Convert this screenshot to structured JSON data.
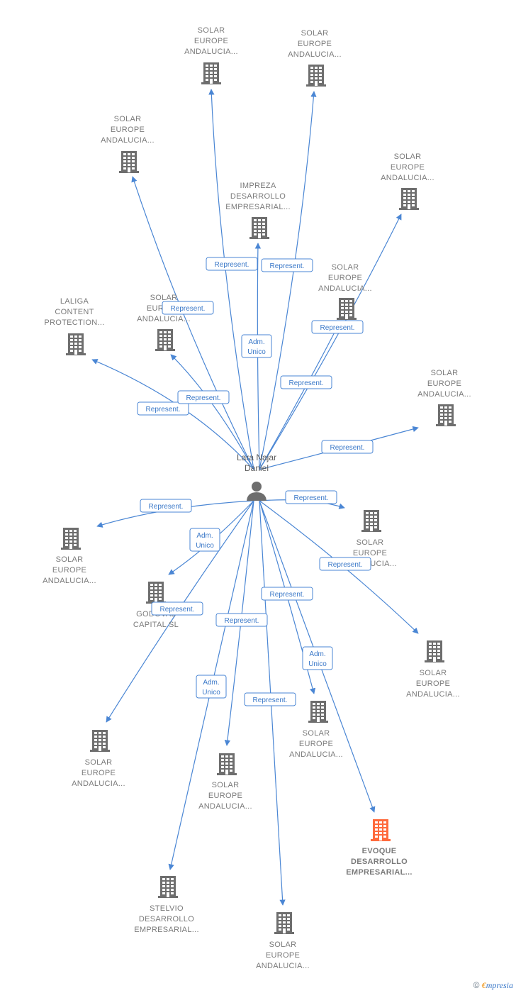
{
  "center": {
    "label_lines": [
      "Lara Najar",
      "Daniel"
    ]
  },
  "colors": {
    "edge": "#4a86d4",
    "building": "#6e6e6e",
    "highlight": "#ff6a3c"
  },
  "nodes": [
    {
      "id": "n1",
      "lines": [
        "SOLAR",
        "EUROPE",
        "ANDALUCIA..."
      ],
      "icon": "building-icon"
    },
    {
      "id": "n2",
      "lines": [
        "SOLAR",
        "EUROPE",
        "ANDALUCIA..."
      ],
      "icon": "building-icon"
    },
    {
      "id": "n3",
      "lines": [
        "SOLAR",
        "EUROPE",
        "ANDALUCIA..."
      ],
      "icon": "building-icon"
    },
    {
      "id": "n4",
      "lines": [
        "SOLAR",
        "EUROPE",
        "ANDALUCIA..."
      ],
      "icon": "building-icon"
    },
    {
      "id": "n5",
      "lines": [
        "IMPREZA",
        "DESARROLLO",
        "EMPRESARIAL..."
      ],
      "icon": "building-icon"
    },
    {
      "id": "n6",
      "lines": [
        "SOLAR",
        "EUROPE",
        "ANDALUCIA..."
      ],
      "icon": "building-icon"
    },
    {
      "id": "n7",
      "lines": [
        "LALIGA",
        "CONTENT",
        "PROTECTION..."
      ],
      "icon": "building-icon"
    },
    {
      "id": "n8",
      "lines": [
        "SOLAR",
        "EUROPE",
        "ANDALUCIA..."
      ],
      "icon": "building-icon"
    },
    {
      "id": "n9",
      "lines": [
        "SOLAR",
        "EUROPE",
        "ANDALUCIA..."
      ],
      "icon": "building-icon"
    },
    {
      "id": "n10",
      "lines": [
        "SOLAR",
        "EUROPE",
        "ANDALUCIA..."
      ],
      "icon": "building-icon"
    },
    {
      "id": "n11",
      "lines": [
        "SOLAR",
        "EUROPE",
        "ANDALUCIA..."
      ],
      "icon": "building-icon"
    },
    {
      "id": "n12",
      "lines": [
        "GODOVAL",
        "CAPITAL  SL"
      ],
      "icon": "building-icon"
    },
    {
      "id": "n13",
      "lines": [
        "SOLAR",
        "EUROPE",
        "ANDALUCIA..."
      ],
      "icon": "building-icon"
    },
    {
      "id": "n14",
      "lines": [
        "SOLAR",
        "EUROPE",
        "ANDALUCIA..."
      ],
      "icon": "building-icon"
    },
    {
      "id": "n15",
      "lines": [
        "SOLAR",
        "EUROPE",
        "ANDALUCIA..."
      ],
      "icon": "building-icon"
    },
    {
      "id": "n16",
      "lines": [
        "SOLAR",
        "EUROPE",
        "ANDALUCIA..."
      ],
      "icon": "building-icon"
    },
    {
      "id": "n17",
      "lines": [
        "EVOQUE",
        "DESARROLLO",
        "EMPRESARIAL..."
      ],
      "icon": "building-icon",
      "highlight": true
    },
    {
      "id": "n18",
      "lines": [
        "STELVIO",
        "DESARROLLO",
        "EMPRESARIAL..."
      ],
      "icon": "building-icon"
    },
    {
      "id": "n19",
      "lines": [
        "SOLAR",
        "EUROPE",
        "ANDALUCIA..."
      ],
      "icon": "building-icon"
    }
  ],
  "edges": [
    {
      "to": "n1",
      "lines": [
        "Represent."
      ]
    },
    {
      "to": "n2",
      "lines": [
        "Represent."
      ]
    },
    {
      "to": "n3",
      "lines": [
        "Represent."
      ]
    },
    {
      "to": "n4",
      "lines": [
        "Represent."
      ]
    },
    {
      "to": "n5",
      "lines": [
        "Adm.",
        "Unico"
      ]
    },
    {
      "to": "n6",
      "lines": [
        "Represent."
      ]
    },
    {
      "to": "n7",
      "lines": [
        "Represent."
      ]
    },
    {
      "to": "n8",
      "lines": [
        "Represent."
      ]
    },
    {
      "to": "n9",
      "lines": [
        "Represent."
      ]
    },
    {
      "to": "n10",
      "lines": [
        "Represent."
      ]
    },
    {
      "to": "n11",
      "lines": [
        "Represent."
      ]
    },
    {
      "to": "n12",
      "lines": [
        "Adm.",
        "Unico"
      ]
    },
    {
      "to": "n13",
      "lines": [
        "Represent."
      ]
    },
    {
      "to": "n14",
      "lines": [
        "Represent."
      ]
    },
    {
      "to": "n15",
      "lines": [
        "Represent."
      ]
    },
    {
      "to": "n16",
      "lines": [
        "Represent."
      ]
    },
    {
      "to": "n17",
      "lines": [
        "Adm.",
        "Unico"
      ]
    },
    {
      "to": "n18",
      "lines": [
        "Adm.",
        "Unico"
      ]
    },
    {
      "to": "n19",
      "lines": [
        "Represent."
      ]
    }
  ],
  "footer": {
    "copyright": "©",
    "brand_initial": "€",
    "brand_rest": "mpresia"
  }
}
